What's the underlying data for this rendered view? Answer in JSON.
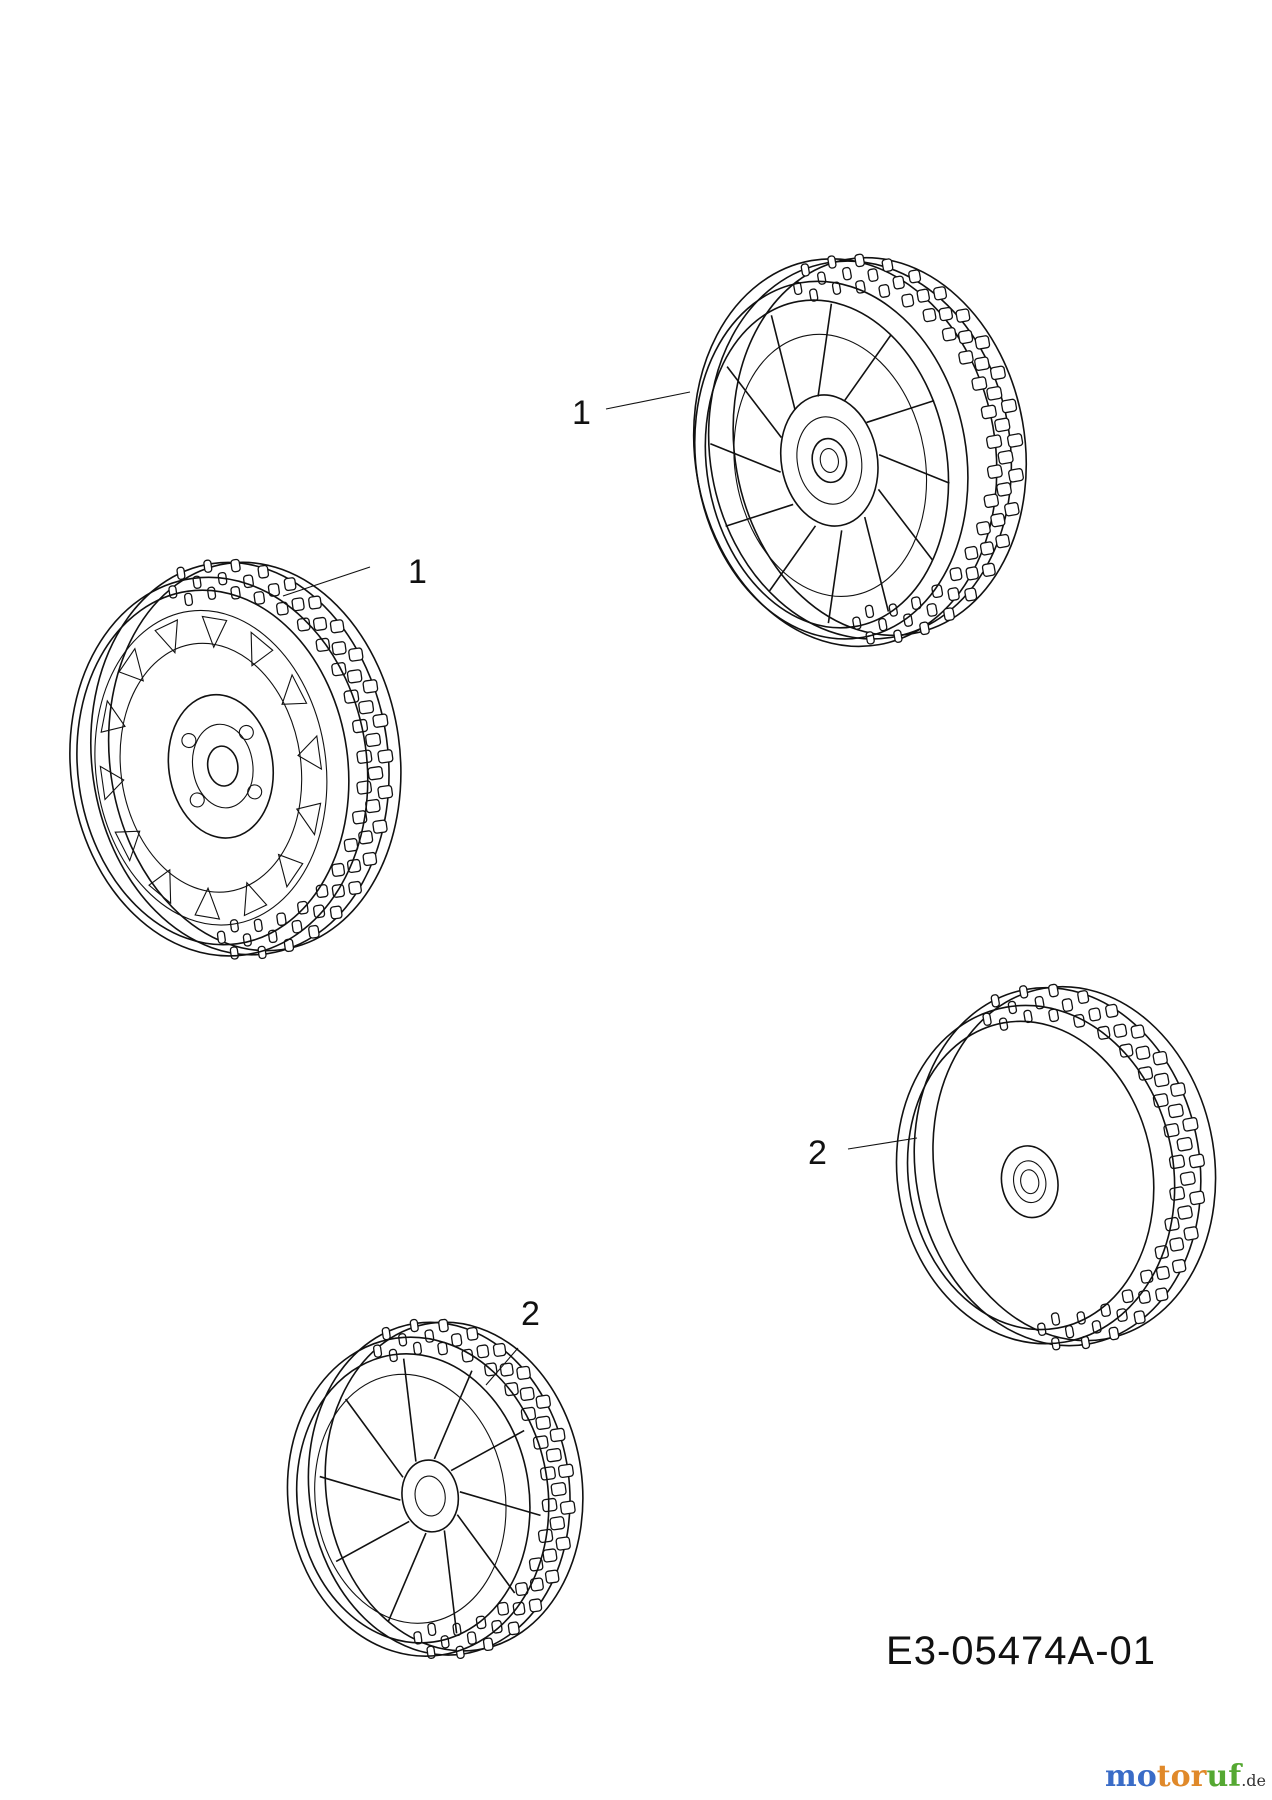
{
  "callouts": [
    {
      "label": "1"
    },
    {
      "label": "1"
    },
    {
      "label": "2"
    },
    {
      "label": "2"
    }
  ],
  "drawing_code": "E3-05474A-01",
  "watermark": {
    "part1": "mo",
    "part2": "tor",
    "part3": "uf",
    "suffix": ".de"
  },
  "colors": {
    "watermark_blue": "#3a6cc7",
    "watermark_orange": "#e0892a",
    "watermark_green": "#55a832",
    "line": "#111111"
  }
}
